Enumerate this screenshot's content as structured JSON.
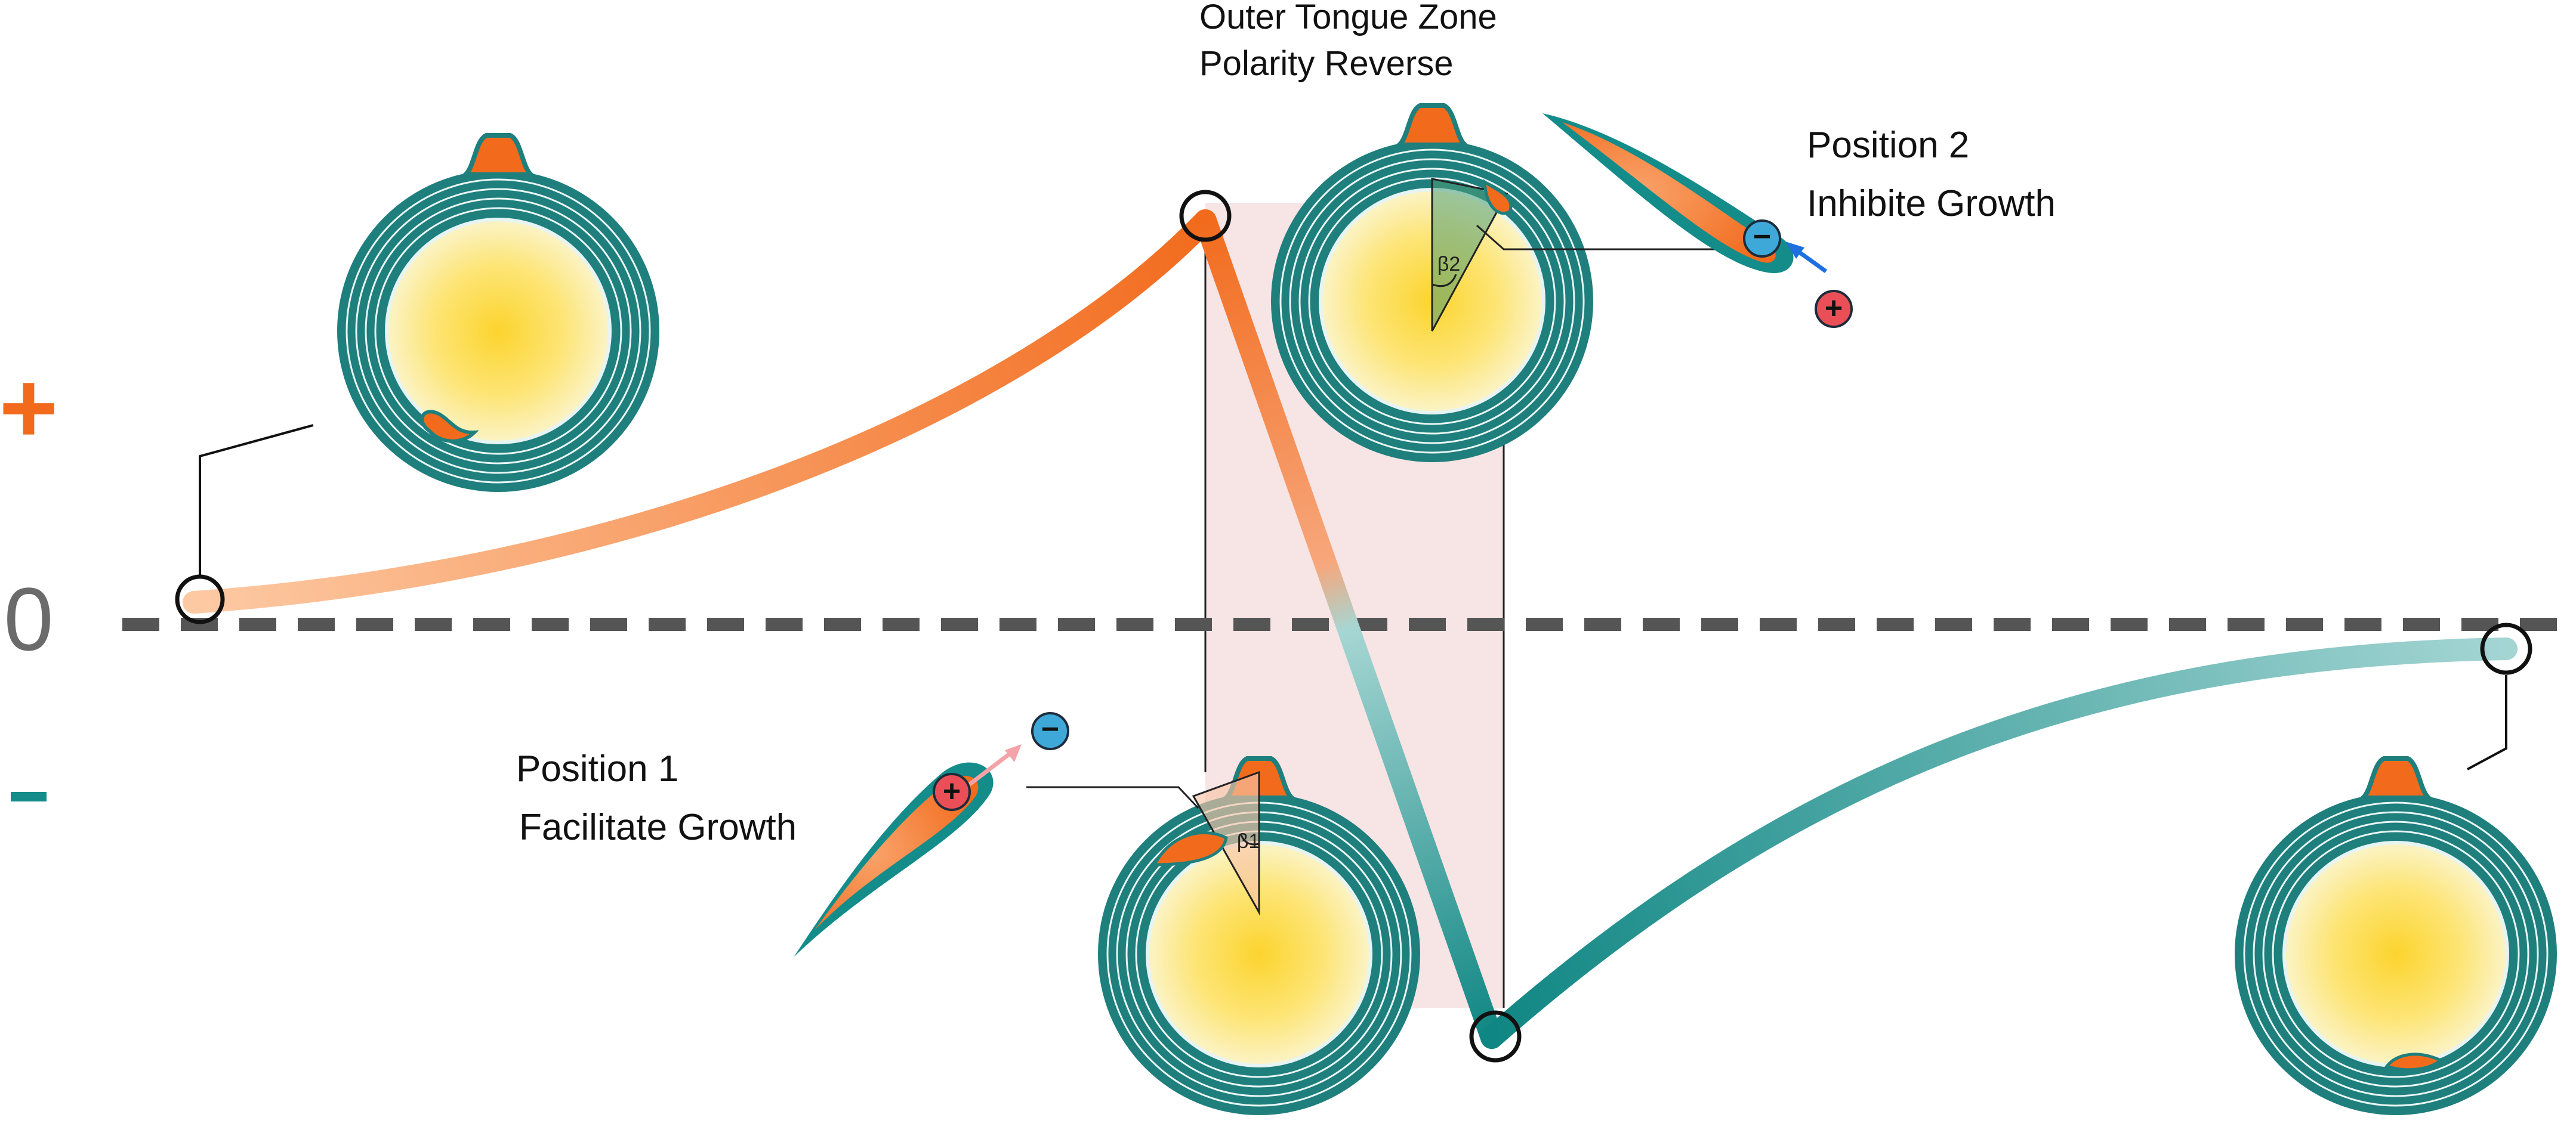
{
  "axis": {
    "plus_sign": "+",
    "zero_label": "0",
    "minus_sign": "-"
  },
  "annotations": {
    "outer_tongue_line1": "Outer Tongue Zone",
    "outer_tongue_line2": "Polarity Reverse",
    "position2_line1": "Position 2",
    "position2_line2": "Inhibite Growth",
    "position1_line1": "Position 1",
    "position1_line2": "Facilitate Growth",
    "angle1": "β1",
    "angle2": "β2"
  },
  "charges": {
    "plus": "+",
    "minus": "−"
  },
  "colors": {
    "orange": "#f26b1d",
    "light_orange": "#fbb98f",
    "teal": "#138c8a",
    "light_teal": "#9fd3d1",
    "myelin_dark": "#1d7d7b",
    "axon_yellow": "#fcd42e",
    "axon_pale": "#fbf3c4",
    "zero_line": "#555555",
    "shade": "#f7e3e3",
    "plus_red": "#ea4f58",
    "minus_blue": "#3ea9d9"
  },
  "icons": {
    "myelinated_axon": "myelin-cross-section-icon",
    "outer_tongue": "tongue-process-icon",
    "positive_charge": "plus-charge-icon",
    "negative_charge": "minus-charge-icon"
  }
}
